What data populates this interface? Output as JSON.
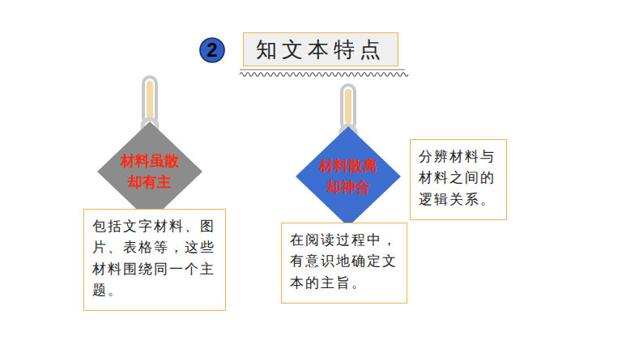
{
  "diagram": {
    "title": "知文本特点",
    "nodes": [
      {
        "text": [
          "2"
        ]
      },
      {
        "text": [
          "材料虽散 却有主"
        ]
      },
      {
        "text": [
          "包括文字材料、图片、表格等，这些材料围绕同一个主题。"
        ]
      },
      {
        "text": [
          "材料散离 却神合"
        ]
      },
      {
        "text": [
          "在阅读过程中，有意识地确定文本的主旨。"
        ]
      },
      {
        "text": [
          "分辨材料与材料之间的逻辑关系。"
        ]
      }
    ]
  }
}
